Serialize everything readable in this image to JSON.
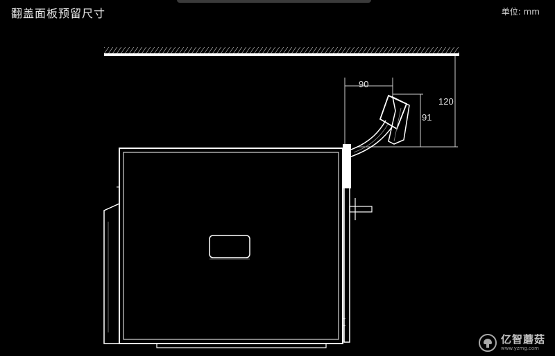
{
  "title": "翻盖面板预留尺寸",
  "unit": "单位: mm",
  "dimensions": {
    "horizontal": "90",
    "vertical_inner": "91",
    "vertical_outer": "120"
  },
  "watermark": {
    "name": "亿智蘑菇",
    "url": "www.yzmg.com"
  },
  "colors": {
    "background": "#000000",
    "line": "#ffffff",
    "dim_line": "#cccccc"
  }
}
